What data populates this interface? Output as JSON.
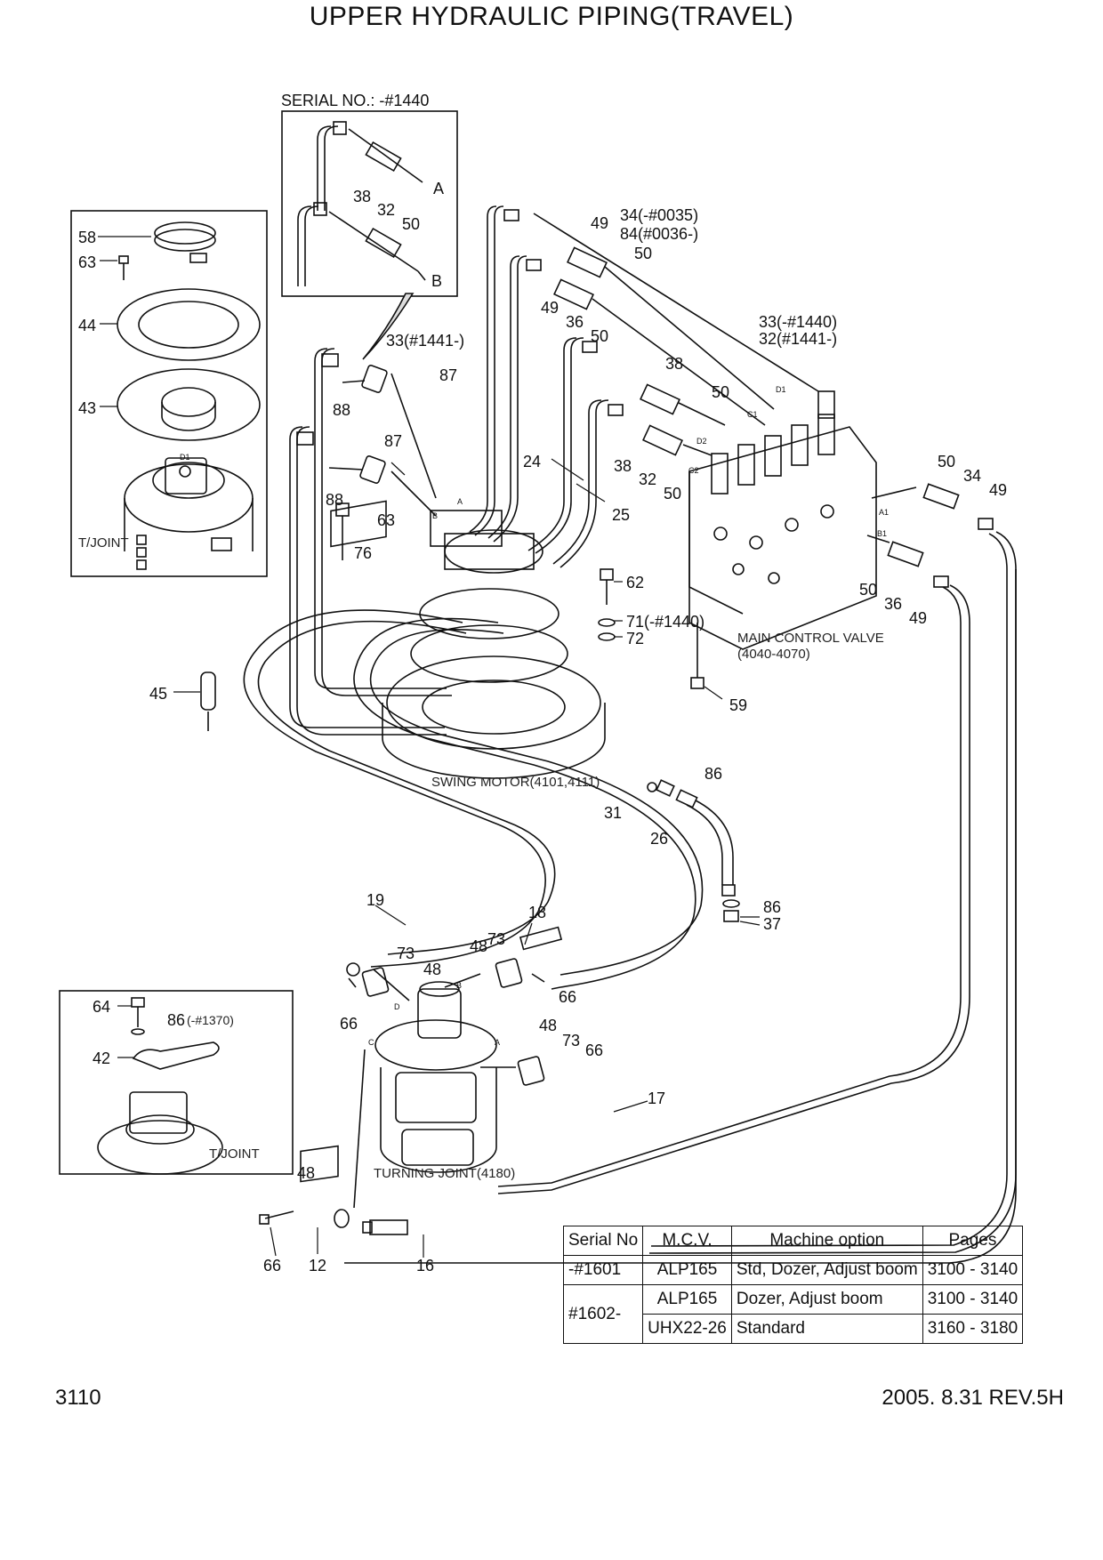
{
  "title": "UPPER HYDRAULIC PIPING(TRAVEL)",
  "inset": {
    "serial_label": "SERIAL NO.: -#1440",
    "port_a": "A",
    "port_b": "B"
  },
  "callouts": {
    "c58": "58",
    "c63a": "63",
    "c44": "44",
    "c43": "43",
    "tjoint1": "T/JOINT",
    "c38a": "38",
    "c32a": "32",
    "c50a": "50",
    "c49a": "49",
    "c34": "34(-#0035)",
    "c84": "84(#0036-)",
    "c50b": "50",
    "c49b": "49",
    "c36a": "36",
    "c50c": "50",
    "c33a": "33(#1441-)",
    "c87a": "87",
    "c88a": "88",
    "c87b": "87",
    "c88b": "88",
    "c63b": "63",
    "c76": "76",
    "c24": "24",
    "c25": "25",
    "c38b": "38",
    "c38c": "38",
    "c32b": "32",
    "c50d": "50",
    "c50e": "50",
    "c33b": "33(-#1440)",
    "c32c": "32(#1441-)",
    "c50f": "50",
    "c34b": "34",
    "c49c": "49",
    "c50g": "50",
    "c36b": "36",
    "c49d": "49",
    "c62": "62",
    "c71": "71(-#1440)",
    "c72": "72",
    "mcv": "MAIN CONTROL VALVE",
    "mcv_range": "(4040-4070)",
    "c59": "59",
    "c45": "45",
    "swing": "SWING MOTOR(4101,4111)",
    "c86a": "86",
    "c31": "31",
    "c26": "26",
    "c86b": "86",
    "c37": "37",
    "c19": "19",
    "c18": "18",
    "c73a": "73",
    "c48a": "48",
    "c48b": "48",
    "c73b": "73",
    "c66a": "66",
    "c66b": "66",
    "c48c": "48",
    "c73c": "73",
    "c66c": "66",
    "c17": "17",
    "turning": "TURNING JOINT(4180)",
    "c64": "64",
    "c86c": "86",
    "c86c_note": "(-#1370)",
    "c42": "42",
    "tjoint2": "T/JOINT",
    "c48d": "48",
    "c66d": "66",
    "c12": "12",
    "c16": "16"
  },
  "port_letters": {
    "d1": "D1",
    "c1": "C1",
    "d2": "D2",
    "c2": "C2",
    "a1": "A1",
    "b1": "B1",
    "a": "A",
    "b": "B",
    "tj_a": "A",
    "tj_b": "B",
    "tj_c": "C",
    "tj_d": "D",
    "tj_d1": "D1"
  },
  "serial_table": {
    "headers": [
      "Serial No",
      "M.C.V.",
      "Machine option",
      "Pages"
    ],
    "rows": [
      [
        "-#1601",
        "ALP165",
        "Std, Dozer, Adjust boom",
        "3100 - 3140"
      ],
      [
        "#1602-",
        "ALP165",
        "Dozer, Adjust boom",
        "3100 - 3140"
      ],
      [
        "",
        "UHX22-26",
        "Standard",
        "3160 - 3180"
      ]
    ]
  },
  "footer": {
    "page": "3110",
    "revision": "2005. 8.31  REV.5H"
  }
}
